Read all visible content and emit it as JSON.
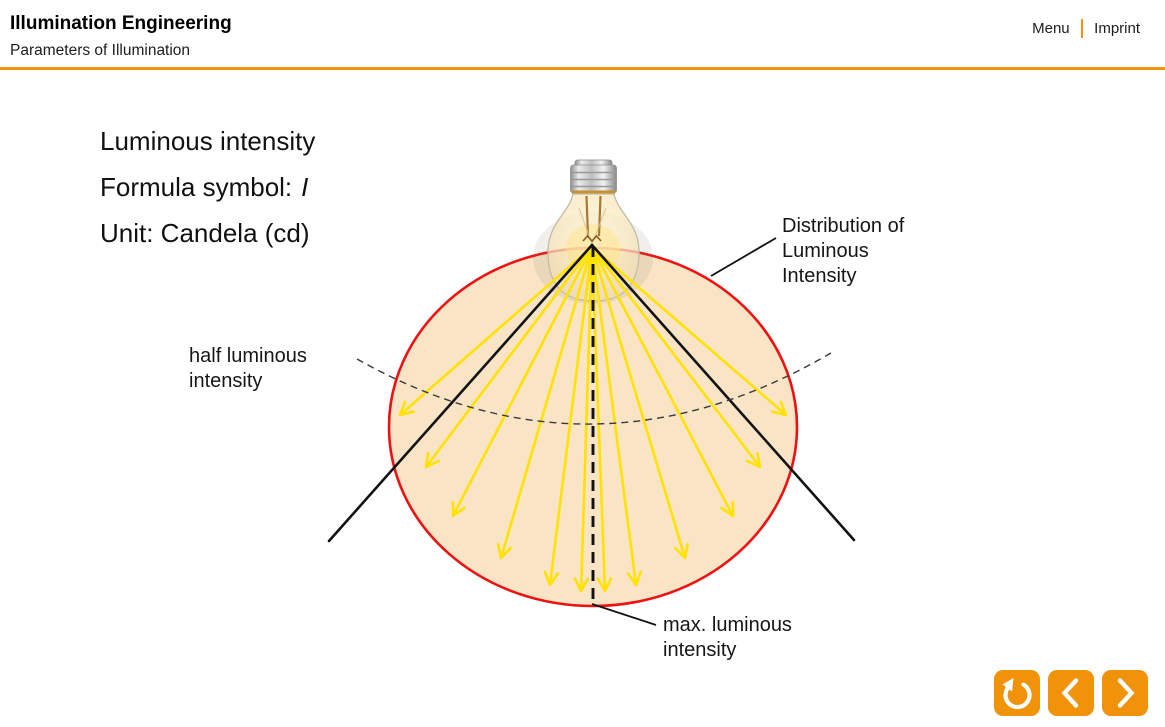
{
  "header": {
    "title": "Illumination Engineering",
    "subtitle": "Parameters of Illumination",
    "menu_label": "Menu",
    "imprint_label": "Imprint"
  },
  "content": {
    "heading": "Luminous intensity",
    "formula_label": "Formula symbol:",
    "formula_symbol": "I",
    "unit": "Unit: Candela (cd)"
  },
  "diagram": {
    "label_distribution": "Distribution of\nLuminous\nIntensity",
    "label_half": "half luminous\nintensity",
    "label_max": "max. luminous\nintensity"
  },
  "footer": {
    "restart_icon": "restart-icon",
    "prev_icon": "chevron-left-icon",
    "next_icon": "chevron-right-icon"
  },
  "colors": {
    "accent": "#F0930A",
    "red": "#EE1111",
    "beam-yellow": "#FFE200",
    "ellipse-fill": "#F9E4C6",
    "text": "#1D1D1B"
  }
}
